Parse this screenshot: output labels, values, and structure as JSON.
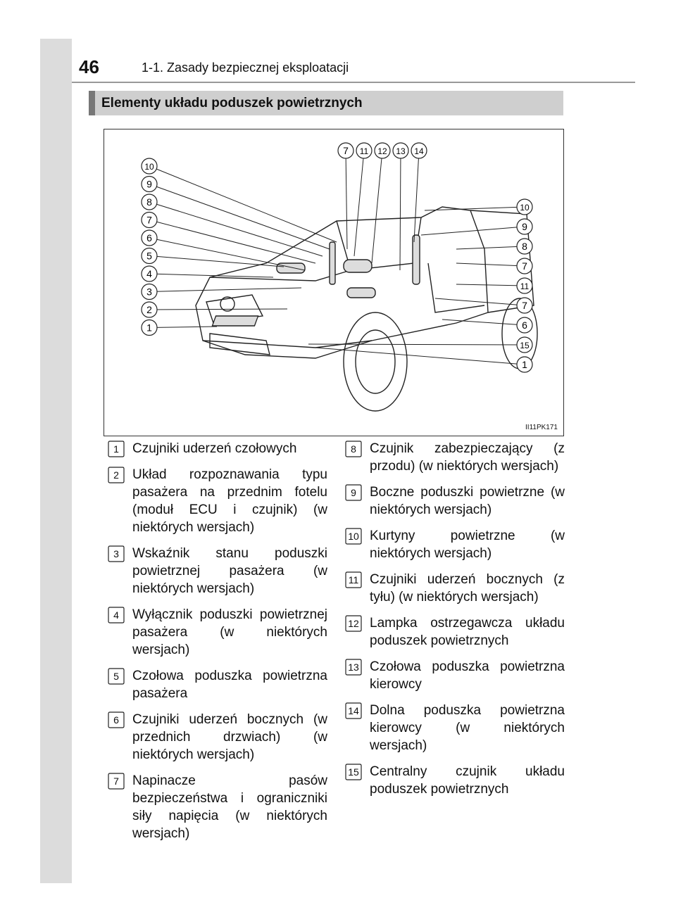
{
  "header": {
    "page_number": "46",
    "chapter": "1-1. Zasady bezpiecznej eksploatacji"
  },
  "section": {
    "title": "Elementy układu poduszek powietrznych"
  },
  "figure": {
    "code": "II11PK171",
    "callouts_top": [
      "7",
      "11",
      "12",
      "13",
      "14"
    ],
    "callouts_left": [
      "10",
      "9",
      "8",
      "7",
      "6",
      "5",
      "4",
      "3",
      "2",
      "1"
    ],
    "callouts_right": [
      "10",
      "9",
      "8",
      "7",
      "11",
      "7",
      "6",
      "15",
      "1"
    ]
  },
  "items_left": [
    {
      "num": "1",
      "text": "Czujniki uderzeń czołowych"
    },
    {
      "num": "2",
      "text": "Układ rozpoznawania typu pasażera na przednim fotelu (moduł ECU i czujnik) (w niektórych wersjach)"
    },
    {
      "num": "3",
      "text": "Wskaźnik stanu poduszki powietrznej pasażera (w niektórych wersjach)"
    },
    {
      "num": "4",
      "text": "Wyłącznik poduszki powietrznej pasażera (w niektórych wersjach)"
    },
    {
      "num": "5",
      "text": "Czołowa poduszka powietrzna pasażera"
    },
    {
      "num": "6",
      "text": "Czujniki uderzeń bocznych (w przednich drzwiach) (w niektórych wersjach)"
    },
    {
      "num": "7",
      "text": "Napinacze pasów bezpieczeństwa i ograniczniki siły napięcia (w niektórych wersjach)"
    }
  ],
  "items_right": [
    {
      "num": "8",
      "text": "Czujnik zabezpieczający (z przodu) (w niektórych wersjach)"
    },
    {
      "num": "9",
      "text": "Boczne poduszki powietrzne (w niektórych wersjach)"
    },
    {
      "num": "10",
      "text": "Kurtyny powietrzne (w niektórych wersjach)"
    },
    {
      "num": "11",
      "text": "Czujniki uderzeń bocznych (z tyłu) (w niektórych wersjach)"
    },
    {
      "num": "12",
      "text": "Lampka ostrzegawcza układu poduszek powietrznych"
    },
    {
      "num": "13",
      "text": "Czołowa poduszka powietrzna kierowcy"
    },
    {
      "num": "14",
      "text": "Dolna poduszka powietrzna kierowcy (w niektórych wersjach)"
    },
    {
      "num": "15",
      "text": "Centralny czujnik układu poduszek powietrznych"
    }
  ]
}
